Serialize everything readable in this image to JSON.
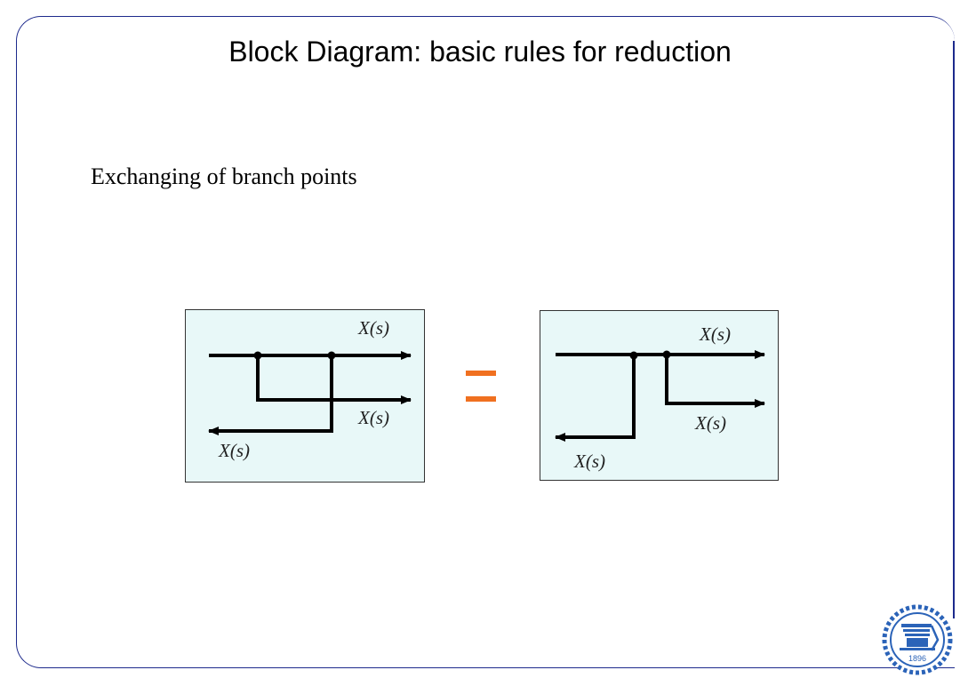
{
  "slide": {
    "title": "Block Diagram: basic rules for reduction",
    "subtitle": "Exchanging of branch points"
  },
  "diagram_left": {
    "label_top": "X(s)",
    "label_middle": "X(s)",
    "label_bottom": "X(s)"
  },
  "diagram_right": {
    "label_top": "X(s)",
    "label_middle": "X(s)",
    "label_bottom": "X(s)"
  },
  "equals_color": "#f07020",
  "logo": {
    "year": "1896"
  }
}
